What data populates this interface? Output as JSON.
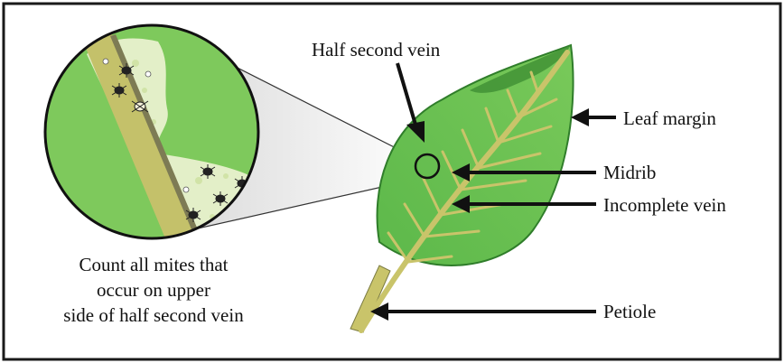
{
  "labels": {
    "half_second_vein": "Half second vein",
    "leaf_margin": "Leaf margin",
    "midrib": "Midrib",
    "incomplete_vein": "Incomplete vein",
    "petiole": "Petiole"
  },
  "caption": {
    "line1": "Count all mites that",
    "line2": "occur on upper",
    "line3": "side of half second vein"
  },
  "colors": {
    "leaf_fill": "#6cc14f",
    "leaf_edge": "#2f7d2a",
    "vein": "#c9c46a",
    "midrib": "#b9b86a",
    "magnifier_bg": "#7ec95c",
    "speckle": "#e9f2cf",
    "frame": "#1a1a1a"
  }
}
